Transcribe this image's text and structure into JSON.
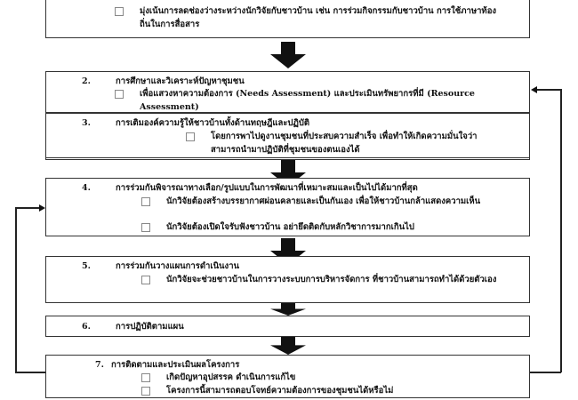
{
  "steps": [
    {
      "id": "1",
      "items": [
        "มุ่งเน้นการลดช่องว่างระหว่างนักวิจัยกับชาวบ้าน เช่น การร่วมกิจกรรมกับชาวบ้าน การใช้ภาษาท้องถิ่นในการสื่อสาร"
      ]
    },
    {
      "number": "2.",
      "title": "การศึกษาและวิเคราะห์ปัญหาชุมชน",
      "items": [
        "เพื่อแสวงหาความต้องการ (Needs Assessment) และประเมินทรัพยากรที่มี (Resource Assessment)"
      ]
    },
    {
      "number": "3.",
      "title": "การเติมองค์ความรู้ให้ชาวบ้านทั้งด้านทฤษฎีและปฏิบัติ",
      "items": [
        "โดยการพาไปดูงานชุมชนที่ประสบความสำเร็จ เพื่อทำให้เกิดความมั่นใจว่าสามารถนำมาปฏิบัติที่ชุมชนของตนเองได้"
      ]
    },
    {
      "number": "4.",
      "title": "การร่วมกันพิจารณาทางเลือก/รูปแบบในการพัฒนาที่เหมาะสมและเป็นไปได้มากที่สุด",
      "items": [
        "นักวิจัยต้องสร้างบรรยากาศผ่อนคลายและเป็นกันเอง เพื่อให้ชาวบ้านกล้าแสดงความเห็น",
        "นักวิจัยต้องเปิดใจรับฟังชาวบ้าน อย่ายึดติดกับหลักวิชาการมากเกินไป"
      ]
    },
    {
      "number": "5.",
      "title": "การร่วมกันวางแผนการดำเนินงาน",
      "items": [
        "นักวิจัยจะช่วยชาวบ้านในการวางระบบการบริหารจัดการ ที่ชาวบ้านสามารถทำได้ด้วยตัวเอง"
      ]
    },
    {
      "number": "6.",
      "title": "การปฏิบัติตามแผน",
      "items": []
    },
    {
      "number": "7.",
      "title": "การติดตามและประเมินผลโครงการ",
      "items": [
        "เกิดปัญหาอุปสรรค ดำเนินการแก้ไข",
        "โครงการนี้สามารถตอบโจทย์ความต้องการของชุมชนได้หรือไม่"
      ]
    }
  ]
}
